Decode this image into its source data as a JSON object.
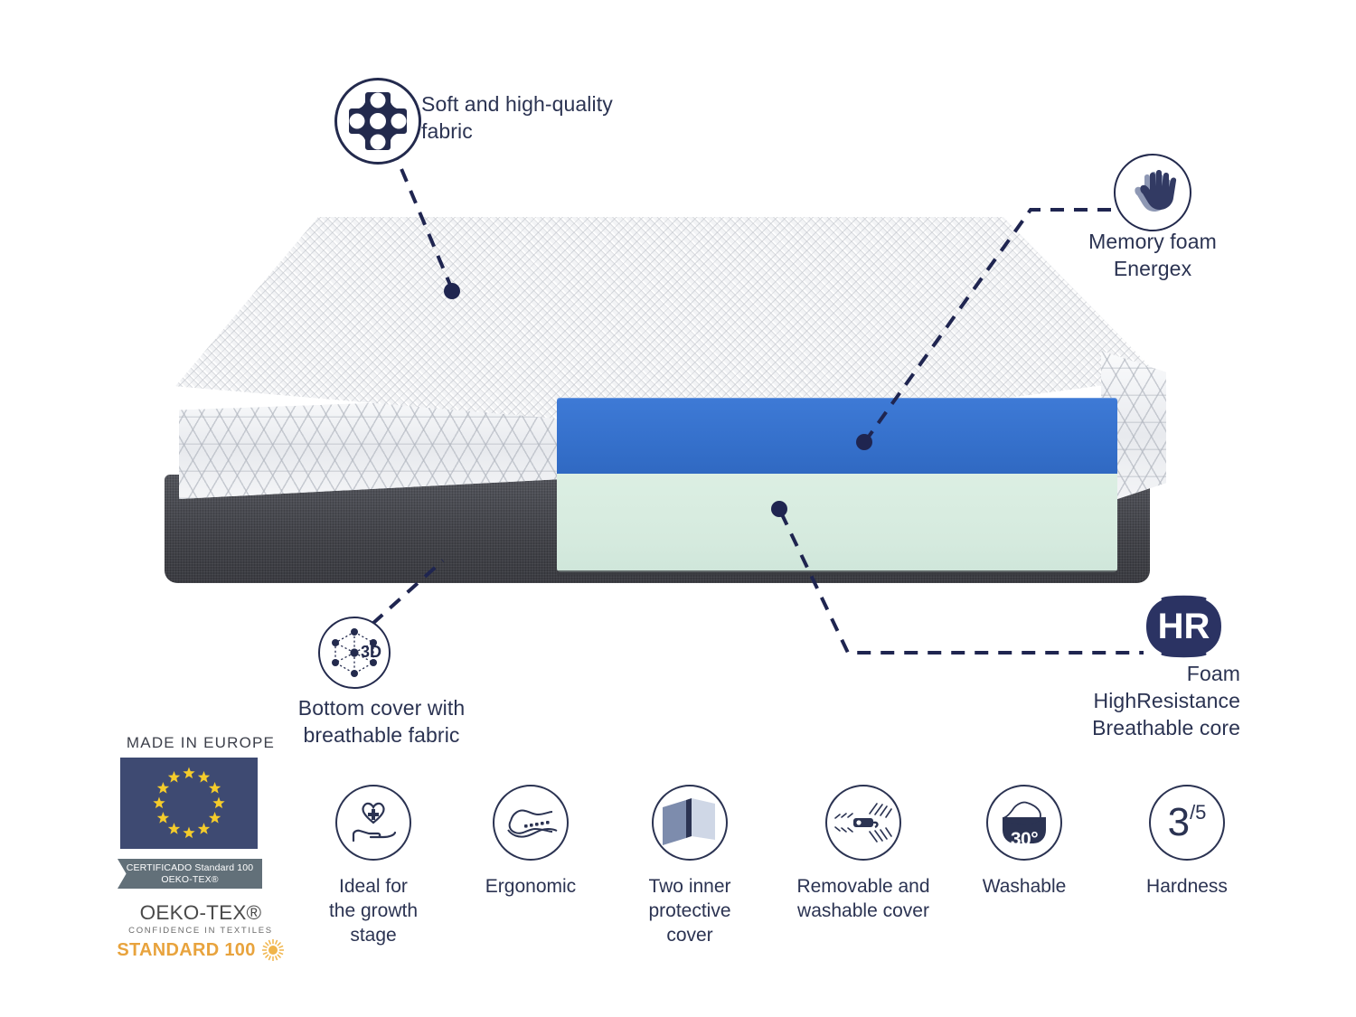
{
  "product": {
    "type": "mattress-cutaway-infographic",
    "layers": [
      {
        "name": "top-cover",
        "color": "#eceef1",
        "label": "quilted white knit cover"
      },
      {
        "name": "memory-foam-layer",
        "color": "#3a76d0",
        "label": "Memory foam Energex"
      },
      {
        "name": "hr-foam-core",
        "color": "#d9ece1",
        "label": "Foam HighResistance Breathable core"
      },
      {
        "name": "bottom-base",
        "color": "#474950",
        "label": "breathable bottom cover"
      }
    ]
  },
  "callouts": [
    {
      "id": "soft-fabric",
      "icon": "fabric-weave-icon",
      "text": "Soft and high-quality\nfabric"
    },
    {
      "id": "memory-foam",
      "icon": "hand-press-foam-icon",
      "text": "Memory foam\nEnergex"
    },
    {
      "id": "bottom-cover",
      "icon": "3d-lattice-icon",
      "icon_label": "3D",
      "text": "Bottom cover with\nbreathable fabric"
    },
    {
      "id": "hr-core",
      "icon": "hr-badge-icon",
      "icon_label": "HR",
      "text": "Foam\nHighResistance\nBreathable core"
    }
  ],
  "features": [
    {
      "id": "growth-stage",
      "icon": "hand-heart-plus-icon",
      "label": "Ideal for\nthe growth stage"
    },
    {
      "id": "ergonomic",
      "icon": "side-sleeper-spine-icon",
      "label": "Ergonomic"
    },
    {
      "id": "inner-cover",
      "icon": "two-layer-panels-icon",
      "label": "Two inner\nprotective\ncover"
    },
    {
      "id": "removable-cover",
      "icon": "zipper-icon",
      "label": "Removable and\nwashable cover"
    },
    {
      "id": "washable",
      "icon": "hand-wash-basin-icon",
      "label": "Washable",
      "temperature": "30°"
    },
    {
      "id": "hardness",
      "icon": "hardness-rating-icon",
      "label": "Hardness",
      "value": "3",
      "scale": "/5"
    }
  ],
  "certification": {
    "made_in_europe": "MADE IN EUROPE",
    "ribbon_line1": "CERTIFICADO Standard 100",
    "ribbon_line2": "OEKO-TEX®",
    "oeko_main": "OEKO-TEX®",
    "oeko_sub": "CONFIDENCE IN TEXTILES",
    "oeko_standard": "STANDARD 100",
    "eu_star_count": 12
  },
  "colors": {
    "navy": "#232a4d",
    "text_navy": "#2b3352",
    "memory_foam_blue": "#3a76d0",
    "hr_core_mint": "#d9ece1",
    "base_charcoal": "#474950",
    "eu_flag_blue": "#3e4a72",
    "eu_star_gold": "#f5cc2b",
    "ribbon_gray": "#627079",
    "oeko_gold": "#e8a33d"
  }
}
